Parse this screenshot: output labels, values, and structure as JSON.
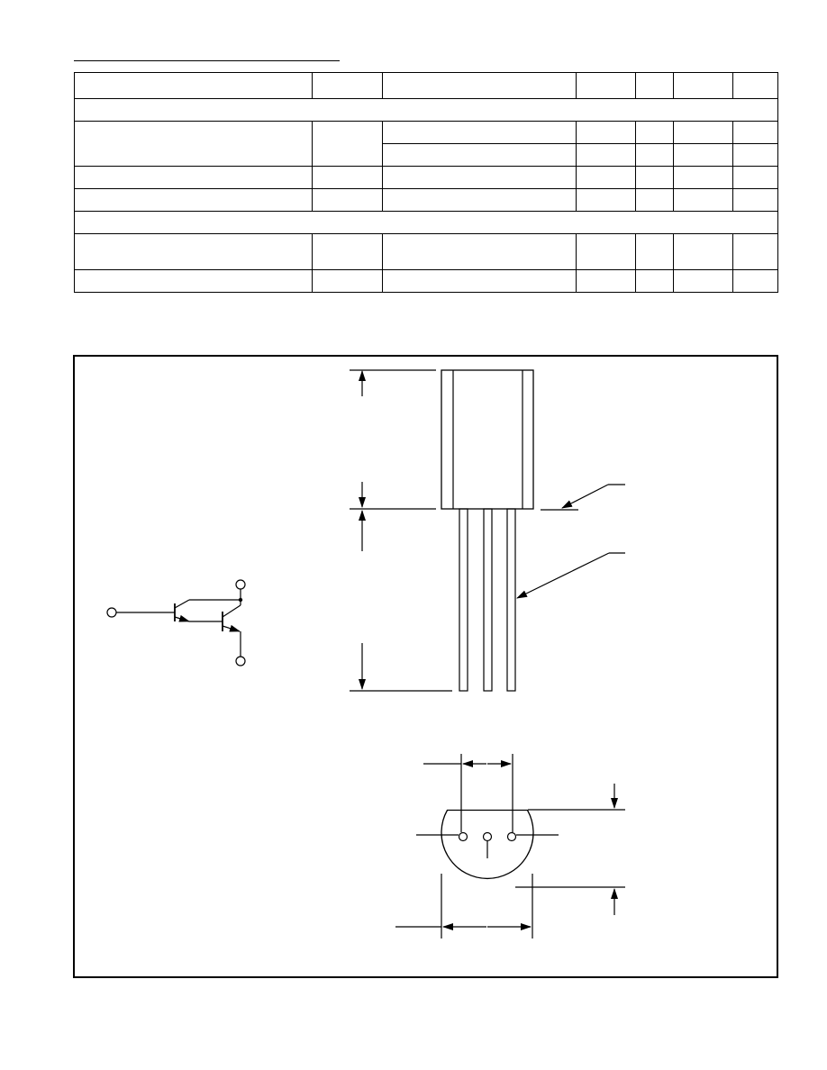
{
  "document": {
    "heading_rule": true,
    "spec_table": {
      "columns": 7,
      "rows": [
        {
          "type": "header",
          "cells": [
            "",
            "",
            "",
            "",
            "",
            "",
            ""
          ]
        },
        {
          "type": "section",
          "text": ""
        },
        {
          "type": "group",
          "parameter": "",
          "symbol": "",
          "conditions": [
            "",
            ""
          ],
          "min": [
            "",
            ""
          ],
          "typ": [
            "",
            ""
          ],
          "max": [
            "",
            ""
          ],
          "unit": [
            "",
            ""
          ]
        },
        {
          "type": "row",
          "cells": [
            "",
            "",
            "",
            "",
            "",
            "",
            ""
          ]
        },
        {
          "type": "row",
          "cells": [
            "",
            "",
            "",
            "",
            "",
            "",
            ""
          ]
        },
        {
          "type": "section",
          "text": ""
        },
        {
          "type": "tall-row",
          "cells": [
            "",
            "",
            "",
            "",
            "",
            "",
            ""
          ]
        },
        {
          "type": "row",
          "cells": [
            "",
            "",
            "",
            "",
            "",
            "",
            ""
          ]
        }
      ]
    },
    "outline_drawing": {
      "package": "three-lead transistor package outline",
      "views": [
        "side-view",
        "bottom-view"
      ],
      "schematic": "darlington-transistor",
      "leads": 3,
      "line_color": "#000000",
      "dimension_labels": []
    }
  }
}
